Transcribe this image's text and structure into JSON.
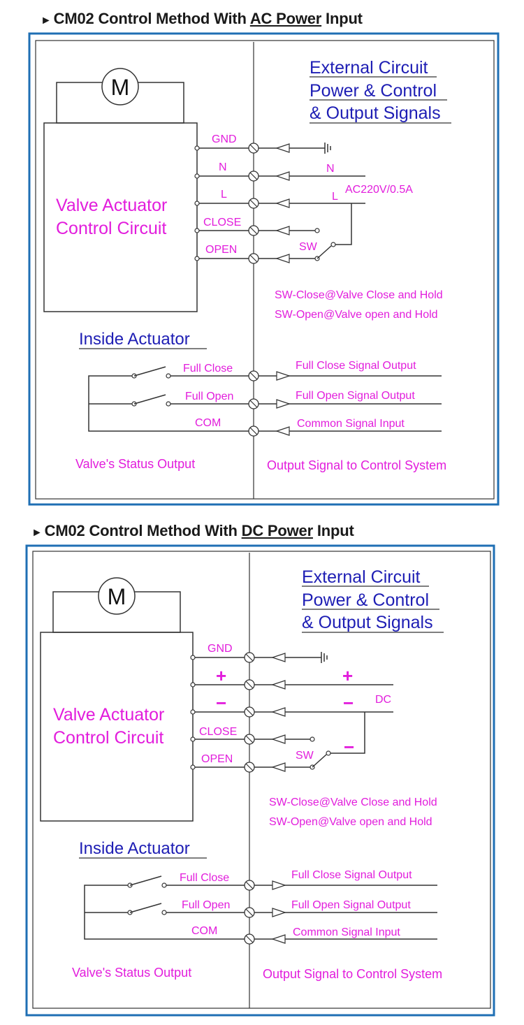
{
  "colors": {
    "frame_blue": "#1f6fb4",
    "label_magenta": "#e21ddc",
    "external_blue": "#1e1eb4",
    "wire": "#333333"
  },
  "ac_section": {
    "title": {
      "arrow": "►",
      "prefix": "CM02 Control Method With ",
      "highlight": "AC Power",
      "suffix": " Input"
    },
    "motor_label": "M",
    "external_lines": [
      "External Circuit",
      "Power & Control",
      "& Output Signals"
    ],
    "actuator_lines": [
      "Valve Actuator",
      "Control Circuit"
    ],
    "terminals": {
      "gnd": "GND",
      "n": "N",
      "l": "L",
      "close": "CLOSE",
      "open": "OPEN"
    },
    "external_terminals": {
      "n": "N",
      "l": "L",
      "power_spec": "AC220V/0.5A",
      "switch": "SW"
    },
    "notes": [
      "SW-Close@Valve Close and Hold",
      "SW-Open@Valve open and Hold"
    ],
    "inside_actuator": "Inside Actuator",
    "status_terminals": {
      "full_close": "Full Close",
      "full_open": "Full Open",
      "com": "COM"
    },
    "signals": {
      "full_close": "Full Close Signal Output",
      "full_open": "Full Open Signal Output",
      "common": "Common Signal Input"
    },
    "footer_left": "Valve's Status Output",
    "footer_right": "Output Signal to Control System"
  },
  "dc_section": {
    "title": {
      "arrow": "►",
      "prefix": "CM02 Control Method With ",
      "highlight": "DC Power",
      "suffix": " Input"
    },
    "motor_label": "M",
    "external_lines": [
      "External Circuit",
      "Power & Control",
      "& Output Signals"
    ],
    "actuator_lines": [
      "Valve Actuator",
      "Control Circuit"
    ],
    "terminals": {
      "gnd": "GND",
      "plus": "+",
      "minus": "−",
      "close": "CLOSE",
      "open": "OPEN"
    },
    "external_terminals": {
      "plus": "+",
      "minus": "−",
      "power_spec": "DC",
      "switch": "SW",
      "switch_sign": "−"
    },
    "notes": [
      "SW-Close@Valve Close and Hold",
      "SW-Open@Valve open and Hold"
    ],
    "inside_actuator": "Inside Actuator",
    "status_terminals": {
      "full_close": "Full Close",
      "full_open": "Full Open",
      "com": "COM"
    },
    "signals": {
      "full_close": "Full Close Signal Output",
      "full_open": "Full Open Signal Output",
      "common": "Common Signal Input"
    },
    "footer_left": "Valve's Status Output",
    "footer_right": "Output Signal to Control System"
  }
}
